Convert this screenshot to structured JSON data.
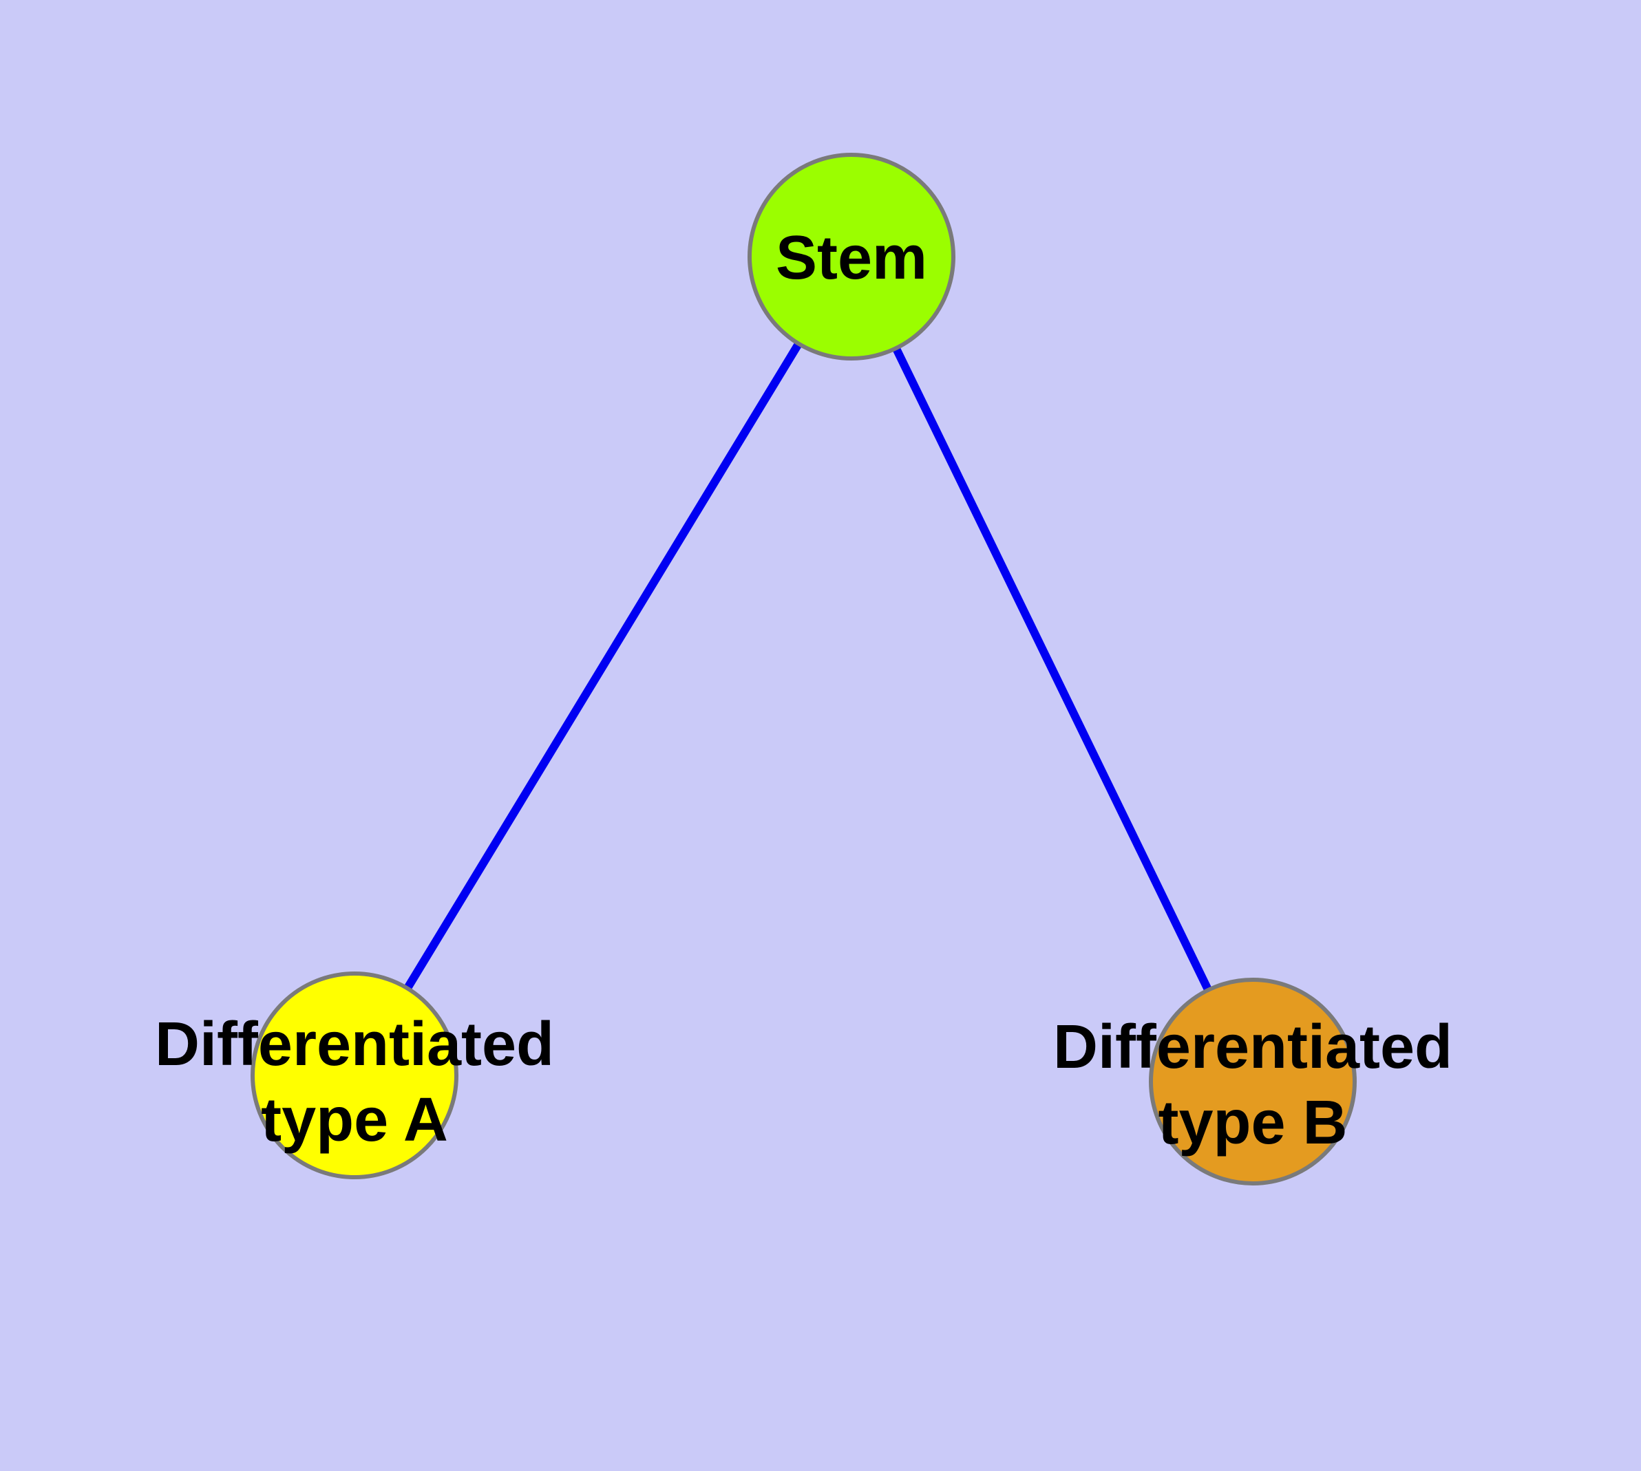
{
  "diagram": {
    "background_color": "#CACAF8",
    "edge_color": "#0000F2",
    "node_border_color": "#7A7A7A",
    "label_text_color": "#000000",
    "nodes": {
      "stem": {
        "label": "Stem",
        "fill": "#9BFE00"
      },
      "type_a": {
        "label_line1": "Differentiated",
        "label_line2": "type A",
        "fill": "#FFFF00"
      },
      "type_b": {
        "label_line1": "Differentiated",
        "label_line2": "type B",
        "fill": "#E49B20"
      }
    },
    "edges": [
      {
        "from": "Stem",
        "to": "Differentiated type A"
      },
      {
        "from": "Stem",
        "to": "Differentiated type B"
      }
    ]
  }
}
